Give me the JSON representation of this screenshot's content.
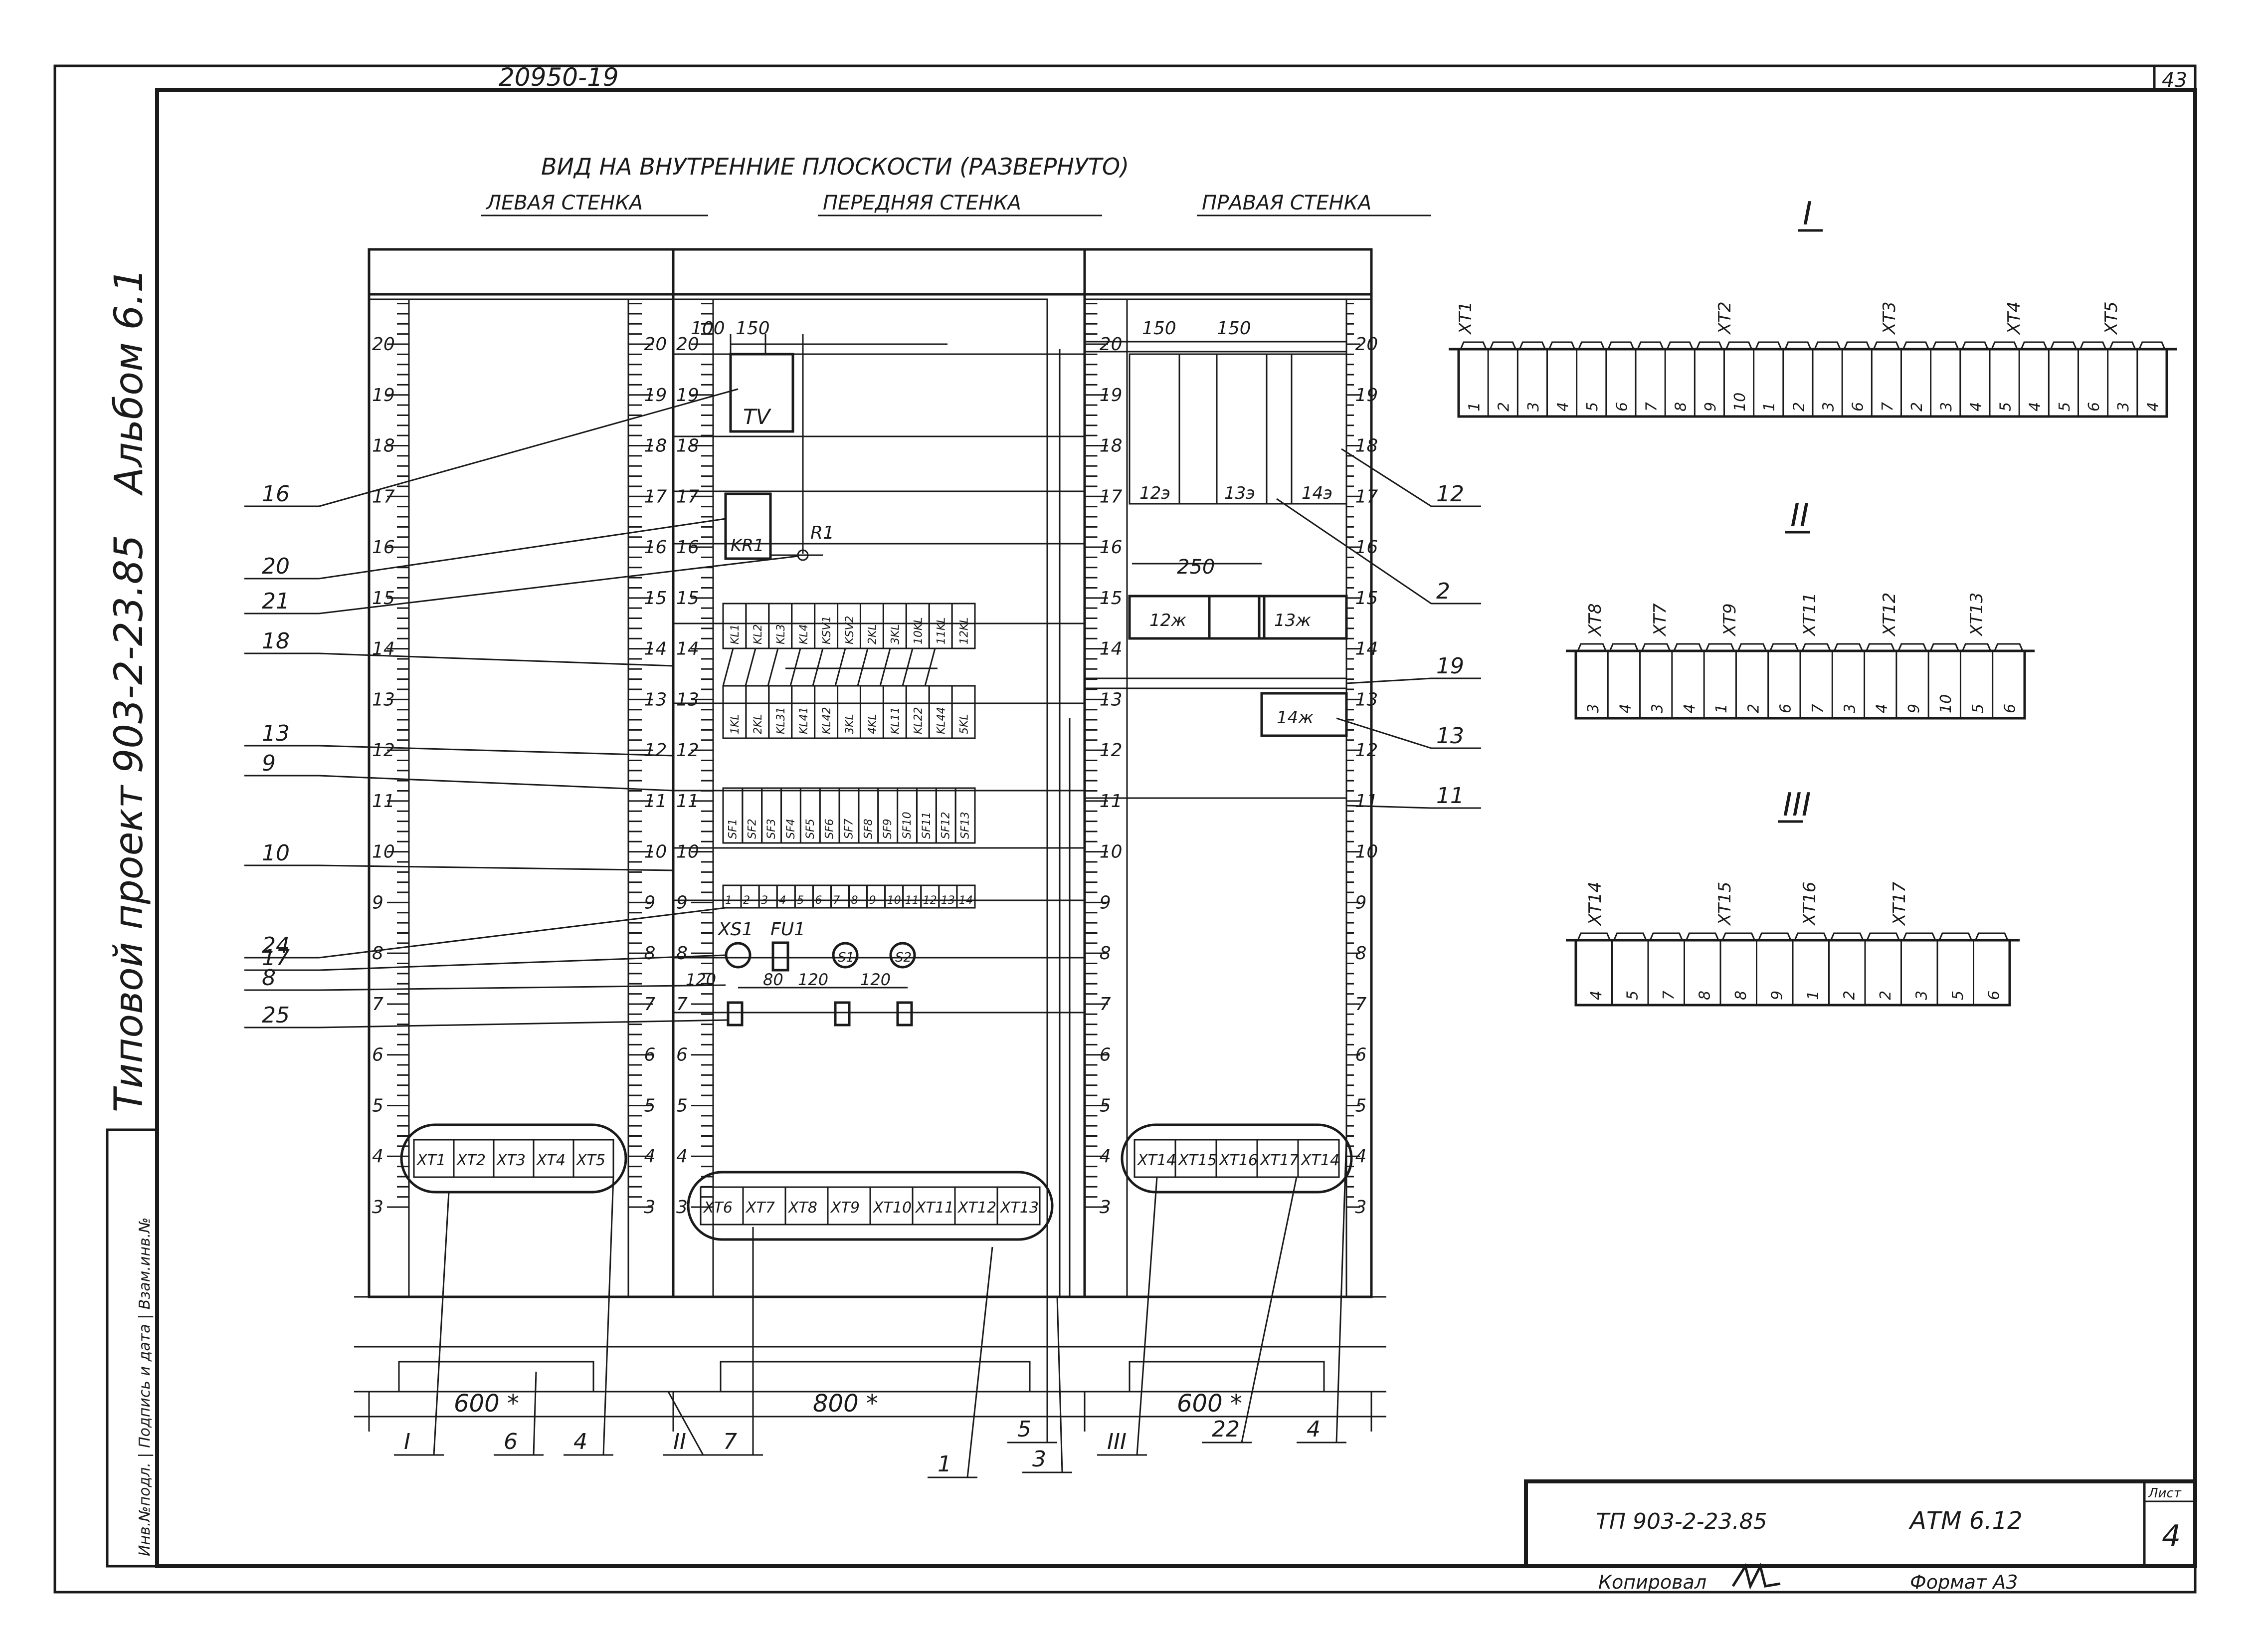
{
  "sheet": {
    "top_code": "20950-19",
    "page_number": "43",
    "side_title": "Типовой проект 903-2-23.85",
    "album": "Альбом 6.1",
    "side_stamp": "Инв.№подл. | Подпись и дата | Взам.инв.№"
  },
  "view": {
    "title": "ВИД НА ВНУТРЕННИЕ ПЛОСКОСТИ (РАЗВЕРНУТО)",
    "left_wall": "ЛЕВАЯ СТЕНКА",
    "front_wall": "ПЕРЕДНЯЯ СТЕНКА",
    "right_wall": "ПРАВАЯ СТЕНКА"
  },
  "rail_numbers": [
    "3",
    "4",
    "5",
    "6",
    "7",
    "8",
    "9",
    "10",
    "11",
    "12",
    "13",
    "14",
    "15",
    "16",
    "17",
    "18",
    "19",
    "20"
  ],
  "dimensions": {
    "d100": "100",
    "d150a": "150",
    "d150b": "150",
    "d150c": "150",
    "d250": "250",
    "d120a": "120",
    "d80": "80",
    "d120b": "120",
    "d120c": "120",
    "width_left": "600 *",
    "width_front": "800 *",
    "width_right": "600 *"
  },
  "devices": {
    "tv": "TV",
    "kr1": "KR1",
    "r1": "R1",
    "xs1": "XS1",
    "fu1": "FU1",
    "s1": "S1",
    "s2": "S2",
    "r12": "12э",
    "r13": "13э",
    "r14": "14э",
    "c12": "12ж",
    "c13": "13ж",
    "c14": "14ж"
  },
  "relays_row1": [
    "KL1",
    "KL2",
    "KL3",
    "KL4",
    "KSV1",
    "KSV2",
    "2KL",
    "3KL",
    "10KL",
    "11KL",
    "12KL"
  ],
  "relays_row2": [
    "1KL",
    "2KL",
    "KL31",
    "KL41",
    "KL42",
    "3KL",
    "4KL",
    "KL11",
    "KL22",
    "KL44",
    "5KL"
  ],
  "breakers": [
    "SF1",
    "SF2",
    "SF3",
    "SF4",
    "SF5",
    "SF6",
    "SF7",
    "SF8",
    "SF9",
    "SF10",
    "SF11",
    "SF12",
    "SF13"
  ],
  "terminals_row": [
    "1",
    "2",
    "3",
    "4",
    "5",
    "6",
    "7",
    "8",
    "9",
    "10",
    "11",
    "12",
    "13",
    "14"
  ],
  "blocks_left": [
    "XT1",
    "XT2",
    "XT3",
    "XT4",
    "XT5"
  ],
  "blocks_front": [
    "XT6",
    "XT7",
    "XT8",
    "XT9",
    "XT10",
    "XT11",
    "XT12",
    "XT13"
  ],
  "blocks_right": [
    "XT14",
    "XT15",
    "XT16",
    "XT17",
    "XT14"
  ],
  "callouts_left": [
    "16",
    "20",
    "21",
    "18",
    "13",
    "9",
    "10",
    "24",
    "17",
    "8",
    "25"
  ],
  "callouts_right": [
    "12",
    "2",
    "19",
    "13",
    "11"
  ],
  "callouts_bottom": [
    "I",
    "6",
    "4",
    "II",
    "7",
    "1",
    "5",
    "3",
    "III",
    "22",
    "4"
  ],
  "detail_I": {
    "roman": "I",
    "labels": [
      "XT1",
      "XT2",
      "XT3",
      "XT4",
      "XT5"
    ],
    "cells": [
      "1",
      "2",
      "3",
      "4",
      "5",
      "6",
      "7",
      "8",
      "9",
      "10",
      "1",
      "2",
      "3",
      "6",
      "7",
      "2",
      "3",
      "4",
      "5",
      "4",
      "5",
      "6",
      "3",
      "4"
    ]
  },
  "detail_II": {
    "roman": "II",
    "labels": [
      "XT8",
      "XT7",
      "XT9",
      "XT11",
      "XT12",
      "XT13"
    ],
    "cells": [
      "3",
      "4",
      "3",
      "4",
      "1",
      "2",
      "6",
      "7",
      "3",
      "4",
      "9",
      "10",
      "5",
      "6"
    ]
  },
  "detail_III": {
    "roman": "III",
    "labels": [
      "XT14",
      "XT15",
      "XT16",
      "XT17"
    ],
    "cells": [
      "4",
      "5",
      "7",
      "8",
      "8",
      "9",
      "1",
      "2",
      "2",
      "3",
      "5",
      "6"
    ]
  },
  "title_block": {
    "project": "ТП 903-2-23.85",
    "sheet_code": "АТМ 6.12",
    "sheet_label": "Лист",
    "sheet_no": "4",
    "copied": "Копировал",
    "format": "Формат А3"
  }
}
